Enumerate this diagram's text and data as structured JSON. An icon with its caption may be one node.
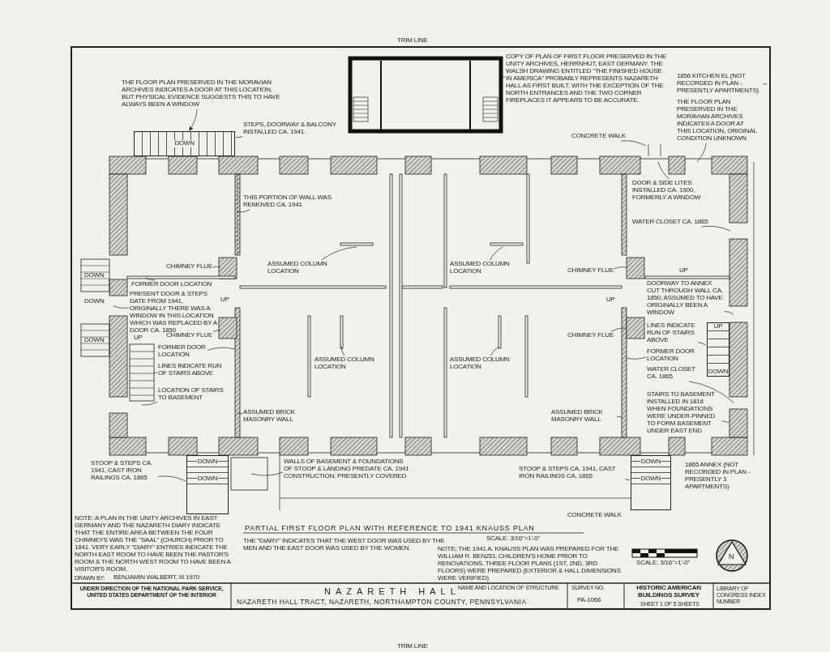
{
  "diagram": {
    "title": "PARTIAL FIRST FLOOR PLAN WITH REFERENCE TO 1941 KNAUSS PLAN",
    "nodes": [
      {
        "text": [
          "THE FLOOR PLAN PRESERVED IN THE MORAVIAN ARCHIVES INDICATES A DOOR AT THIS LOCATION, BUT PHYSICAL EVIDENCE SUGGESTS THIS TO HAVE ALWAYS BEEN A WINDOW"
        ]
      },
      {
        "text": [
          "STEPS, DOORWAY & BALCONY INSTALLED CA. 1941."
        ]
      },
      {
        "text": [
          "THIS PORTION OF WALL WAS REMOVED CA. 1941"
        ]
      },
      {
        "text": [
          "COPY OF PLAN OF FIRST FLOOR PRESERVED IN THE UNITY ARCHIVES, HERRNHUT, EAST GERMANY. THE WALSH DRAWING ENTITLED \"THE FINISHED HOUSE IN AMERICA\" PROBABLY REPRESENTS NAZARETH HALL AS FIRST BUILT. WITH THE EXCEPTION OF THE NORTH ENTRANCES AND THE TWO CORNER FIREPLACES IT APPEARS TO BE ACCURATE."
        ]
      },
      {
        "text": [
          "CONCRETE WALK"
        ]
      },
      {
        "text": [
          "1856 KITCHEN EL (NOT RECORDED IN PLAN - PRESENTLY APARTMENTS)"
        ]
      },
      {
        "text": [
          "THE FLOOR PLAN PRESERVED IN THE MORAVIAN ARCHIVES INDICATES A DOOR AT THIS LOCATION, ORIGINAL CONDITION UNKNOWN"
        ]
      },
      {
        "text": [
          "DOOR & SIDE LITES INSTALLED CA. 1900, FORMERLY A WINDOW"
        ]
      },
      {
        "text": [
          "WATER CLOSET CA. 1865"
        ]
      },
      {
        "text": [
          "CHIMNEY FLUE"
        ]
      },
      {
        "text": [
          "FORMER DOOR LOCATION"
        ]
      },
      {
        "text": [
          "PRESENT DOOR & STEPS DATE FROM 1941, ORIGINALLY THERE WAS A WINDOW IN THIS LOCATION WHICH WAS REPLACED BY A DOOR CA. 1850"
        ]
      },
      {
        "text": [
          "CHIMNEY FLUE"
        ]
      },
      {
        "text": [
          "FORMER DOOR LOCATION"
        ]
      },
      {
        "text": [
          "LINES INDICATE RUN OF STAIRS ABOVE"
        ]
      },
      {
        "text": [
          "LOCATION OF STAIRS TO BASEMENT"
        ]
      },
      {
        "text": [
          "ASSUMED BRICK MASONRY WALL"
        ]
      },
      {
        "text": [
          "ASSUMED COLUMN LOCATION"
        ]
      },
      {
        "text": [
          "ASSUMED COLUMN LOCATION"
        ]
      },
      {
        "text": [
          "ASSUMED COLUMN LOCATION"
        ]
      },
      {
        "text": [
          "ASSUMED COLUMN LOCATION"
        ]
      },
      {
        "text": [
          "CHIMNEY FLUE"
        ]
      },
      {
        "text": [
          "CHIMNEY FLUE"
        ]
      },
      {
        "text": [
          "DOORWAY TO ANNEX CUT THROUGH WALL CA. 1850, ASSUMED TO HAVE ORIGINALLY BEEN A WINDOW"
        ]
      },
      {
        "text": [
          "LINES INDICATE RUN OF STAIRS ABOVE"
        ]
      },
      {
        "text": [
          "FORMER DOOR LOCATION"
        ]
      },
      {
        "text": [
          "WATER CLOSET CA. 1865"
        ]
      },
      {
        "text": [
          "STAIRS TO BASEMENT INSTALLED IN 1818 WHEN FOUNDATIONS WERE UNDER-PINNED TO FORM BASEMENT UNDER EAST END"
        ]
      },
      {
        "text": [
          "ASSUMED BRICK MASONRY WALL"
        ]
      },
      {
        "text": [
          "STOOP & STEPS CA. 1941, CAST IRON RAILINGS CA. 1865"
        ]
      },
      {
        "text": [
          "WALLS OF BASEMENT & FOUNDATIONS OF STOOP & LANDING PREDATE CA. 1941 CONSTRUCTION; PRESENTLY COVERED"
        ]
      },
      {
        "text": [
          "STOOP & STEPS CA. 1941, CAST IRON RAILINGS CA. 1865"
        ]
      },
      {
        "text": [
          "DOWN"
        ]
      },
      {
        "text": [
          "DOWN",
          "DOWN"
        ]
      },
      {
        "text": [
          "DOWN",
          "DOWN"
        ]
      },
      {
        "text": [
          "UP",
          "DOWN"
        ]
      }
    ],
    "edges": [
      {
        "from": 0,
        "to": 32,
        "arrow": "to"
      },
      {
        "from": 1,
        "to": 32,
        "arrow": "none"
      },
      {
        "from": 2,
        "to": null,
        "arrow": "none"
      },
      {
        "from": 3,
        "to": null,
        "arrow": "none"
      },
      {
        "from": 4,
        "to": null,
        "arrow": "none"
      },
      {
        "from": 5,
        "to": null,
        "arrow": "none"
      },
      {
        "from": 6,
        "to": null,
        "arrow": "none"
      },
      {
        "from": 7,
        "to": null,
        "arrow": "none"
      },
      {
        "from": 8,
        "to": null,
        "arrow": "none"
      },
      {
        "from": 9,
        "to": null,
        "arrow": "none"
      },
      {
        "from": 10,
        "to": null,
        "arrow": "none"
      },
      {
        "from": 11,
        "to": null,
        "arrow": "none"
      },
      {
        "from": 12,
        "to": null,
        "arrow": "none"
      },
      {
        "from": 13,
        "to": null,
        "arrow": "none"
      },
      {
        "from": 14,
        "to": null,
        "arrow": "none"
      },
      {
        "from": 15,
        "to": null,
        "arrow": "none"
      },
      {
        "from": 16,
        "to": null,
        "arrow": "none"
      },
      {
        "from": 17,
        "to": null,
        "arrow": "none"
      },
      {
        "from": 18,
        "to": null,
        "arrow": "none"
      },
      {
        "from": 19,
        "to": null,
        "arrow": "none"
      },
      {
        "from": 20,
        "to": null,
        "arrow": "none"
      },
      {
        "from": 21,
        "to": null,
        "arrow": "none"
      },
      {
        "from": 22,
        "to": null,
        "arrow": "none"
      },
      {
        "from": 23,
        "to": null,
        "arrow": "none"
      },
      {
        "from": 24,
        "to": 35,
        "arrow": "none"
      },
      {
        "from": 25,
        "to": null,
        "arrow": "none"
      },
      {
        "from": 26,
        "to": null,
        "arrow": "none"
      },
      {
        "from": 27,
        "to": null,
        "arrow": "none"
      },
      {
        "from": 28,
        "to": null,
        "arrow": "none"
      },
      {
        "from": 29,
        "to": 33,
        "arrow": "none"
      },
      {
        "from": 30,
        "to": null,
        "arrow": "none"
      },
      {
        "from": 31,
        "to": 34,
        "arrow": "none"
      }
    ],
    "labels": [
      "TRIM LINE",
      "DOWN",
      "DOWN",
      "DOWN",
      "UP",
      "UP",
      "UP",
      "UP",
      "1865 ANNEX (NOT RECORDED IN PLAN - PRESENTLY 3 APARTMENTS)",
      "CONCRETE WALK",
      "SCALE: 3/16\"=1'-0\"",
      "NOTE: A PLAN IN THE UNITY ARCHIVES IN EAST GERMANY AND THE NAZARETH DIARY INDICATE THAT THE ENTIRE AREA BETWEEN THE FOUR CHIMNEYS WAS THE \"SAAL\" (CHURCH) PRIOR TO 1841. VERY EARLY \"DIARY\" ENTRIES INDICATE THE NORTH EAST ROOM TO HAVE BEEN THE PASTOR'S ROOM & THE NORTH WEST ROOM TO HAVE BEEN A VISITOR'S ROOM.",
      "THE \"DIARY\" INDICATES THAT THE WEST DOOR WAS USED BY THE MEN AND THE EAST DOOR WAS USED BY THE WOMEN.",
      "NOTE: THE 1941 A. KNAUSS PLAN WAS PREPARED FOR THE WILLIAM R. BENZEL CHILDREN'S HOME PRIOR TO RENOVATIONS. THREE FLOOR PLANS (1ST, 2ND, 3RD FLOORS) WERE PREPARED (EXTERIOR & HALL DIMENSIONS WERE VERIFIED)",
      "SCALE: 3/16\"=1'-0\"",
      "N",
      "DRAWN BY:",
      "BENJAMIN WALBERT, III 1970",
      "UNDER DIRECTION OF THE NATIONAL PARK SERVICE, UNITED STATES DEPARTMENT OF THE INTERIOR",
      "NAME AND LOCATION OF STRUCTURE",
      "NAZARETH HALL",
      "NAZARETH HALL TRACT, NAZARETH, NORTHAMPTON COUNTY, PENNSYLVANIA",
      "SURVEY NO.",
      "PA-1066",
      "HISTORIC AMERICAN BUILDINGS SURVEY",
      "SHEET 1 OF 5 SHEETS",
      "LIBRARY OF CONGRESS INDEX NUMBER",
      "TRIM LINE"
    ]
  }
}
